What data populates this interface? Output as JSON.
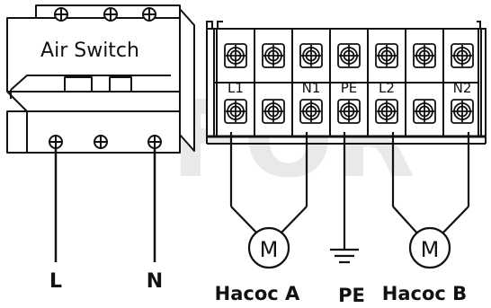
{
  "breaker": {
    "label": "Air Switch"
  },
  "supply": {
    "line_label": "L",
    "neutral_label": "N"
  },
  "terminal_block": {
    "labels": [
      "L1",
      "",
      "N1",
      "PE",
      "L2",
      "",
      "N2"
    ]
  },
  "pumps": [
    {
      "motor_symbol": "M",
      "name": "Насос A"
    },
    {
      "motor_symbol": "M",
      "name": "Насос B"
    }
  ],
  "ground": {
    "label": "PE"
  },
  "watermark": "FOR",
  "colors": {
    "stroke": "#111111",
    "fill": "#ffffff",
    "watermark": "#e9e9e9"
  }
}
